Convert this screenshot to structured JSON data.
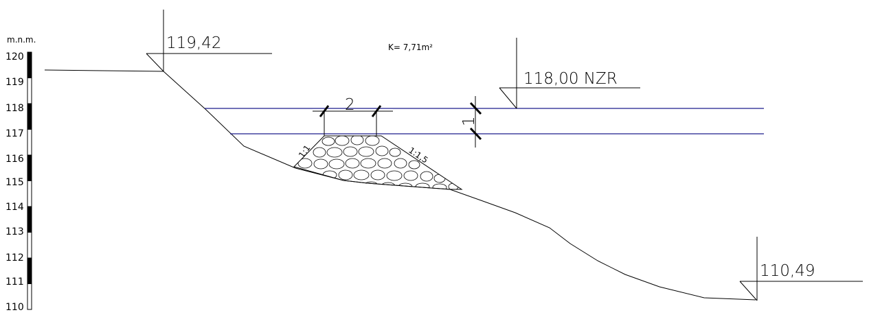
{
  "scale": {
    "unit": "m.n.m.",
    "labels": [
      "120",
      "119",
      "118",
      "117",
      "116",
      "115",
      "114",
      "113",
      "112",
      "111",
      "110"
    ]
  },
  "elevations": {
    "top": "119,42",
    "water": "118,00 NZR",
    "bottom": "110,49"
  },
  "area_label": "K= 7,71m²",
  "dimensions": {
    "crest_width": "2",
    "height": "1",
    "slope_left": "1:1",
    "slope_right": "1:1,5"
  },
  "colors": {
    "water_line": "#1c1c8c",
    "ink": "#000000"
  }
}
